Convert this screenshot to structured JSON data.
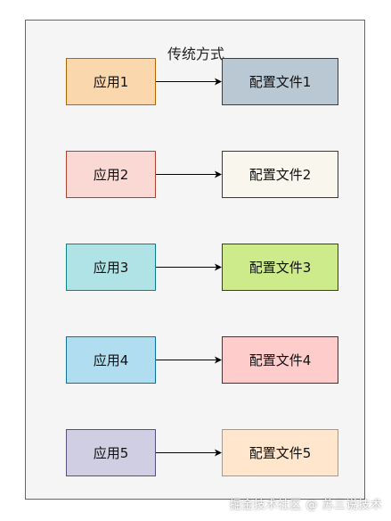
{
  "diagram": {
    "title": "传统方式",
    "rows": [
      {
        "app_label": "应用1",
        "app_fill": "#fad7ac",
        "app_stroke": "#b46504",
        "cfg_label": "配置文件1",
        "cfg_fill": "#bac8d3",
        "cfg_stroke": "#23445d"
      },
      {
        "app_label": "应用2",
        "app_fill": "#fad9d5",
        "app_stroke": "#ae4132",
        "cfg_label": "配置文件2",
        "cfg_fill": "#f9f7ed",
        "cfg_stroke": "#36393d"
      },
      {
        "app_label": "应用3",
        "app_fill": "#b0e3e6",
        "app_stroke": "#0e8088",
        "cfg_label": "配置文件3",
        "cfg_fill": "#cdeb8b",
        "cfg_stroke": "#36393d"
      },
      {
        "app_label": "应用4",
        "app_fill": "#b1ddf0",
        "app_stroke": "#10739e",
        "cfg_label": "配置文件4",
        "cfg_fill": "#ffcccc",
        "cfg_stroke": "#36393d"
      },
      {
        "app_label": "应用5",
        "app_fill": "#d0cee2",
        "app_stroke": "#56517e",
        "cfg_label": "配置文件5",
        "cfg_fill": "#ffe6cc",
        "cfg_stroke": "#d79b00"
      }
    ]
  },
  "watermark": "掘金技术社区 @ 苏三说技术"
}
